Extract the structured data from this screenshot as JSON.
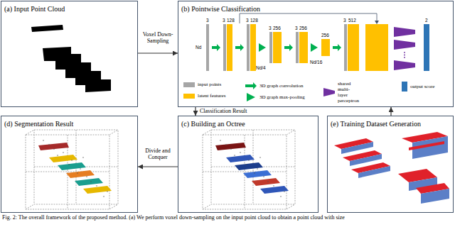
{
  "diagram": {
    "caption": "Fig. 2: The overall framework of the proposed method. (a) We perform voxel down-sampling on the input point cloud to obtain a point cloud with size",
    "nodes": [
      {
        "text": [
          "(a) Input Point Cloud"
        ]
      },
      {
        "text": [
          "(b) Pointwise Classification"
        ]
      },
      {
        "text": [
          "(d) Segmentation Result"
        ]
      },
      {
        "text": [
          "(c) Building an Octree"
        ]
      },
      {
        "text": [
          "(e) Training Dataset Generation"
        ]
      }
    ],
    "edges": [
      {
        "from": 0,
        "to": 1,
        "arrow": "to",
        "label": "Voxel Down-Sampling"
      },
      {
        "from": 1,
        "to": 3,
        "arrow": "to",
        "label": "Classification Result"
      },
      {
        "from": 3,
        "to": 2,
        "arrow": "to",
        "label": "Divide and Conquer"
      },
      {
        "from": 4,
        "to": 1,
        "arrow": "to"
      }
    ],
    "labels": [
      "Nd",
      "3",
      "3",
      "128",
      "3",
      "128",
      "Nd/4",
      "3",
      "256",
      "3",
      "256",
      "Nd/16",
      "256",
      "3",
      "512",
      "2"
    ],
    "legend": [
      {
        "text": "input points",
        "color": "#a6a6a6"
      },
      {
        "text": "latent features",
        "color": "#ffc000"
      },
      {
        "text": "3D graph convolution"
      },
      {
        "text": "3D graph max-pooling"
      },
      {
        "text": "shared multi-layer perceptron"
      },
      {
        "text": "output score",
        "color": "#2e75b6"
      }
    ]
  }
}
